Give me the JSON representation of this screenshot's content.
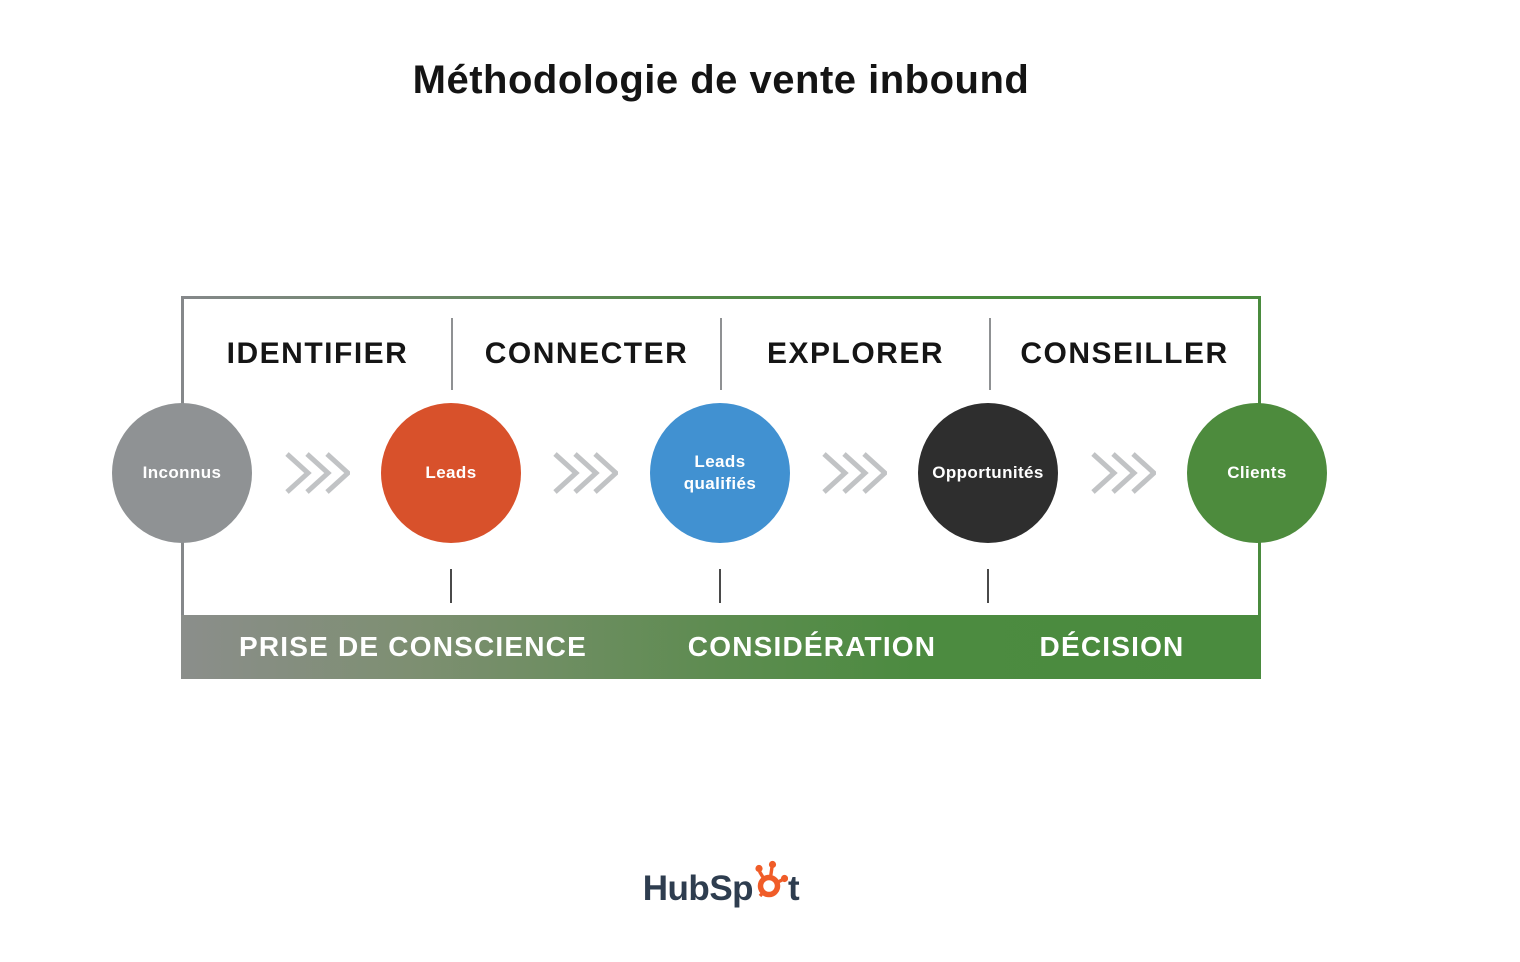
{
  "title": "Méthodologie de vente inbound",
  "stages": [
    {
      "label": "IDENTIFIER"
    },
    {
      "label": "CONNECTER"
    },
    {
      "label": "EXPLORER"
    },
    {
      "label": "CONSEILLER"
    }
  ],
  "funnel": [
    {
      "label": "Inconnus",
      "color": "#8f9294"
    },
    {
      "label": "Leads",
      "color": "#d8512b"
    },
    {
      "label": "Leads qualifiés",
      "color": "#4191d1"
    },
    {
      "label": "Opportunités",
      "color": "#2e2e2e"
    },
    {
      "label": "Clients",
      "color": "#4d8b3d"
    }
  ],
  "phases": [
    {
      "label": "PRISE DE CONSCIENCE"
    },
    {
      "label": "CONSIDÉRATION"
    },
    {
      "label": "DÉCISION"
    }
  ],
  "brand": {
    "logo_prefix": "HubSp",
    "logo_suffix": "t",
    "logo_color": "#2e3d4f",
    "logo_accent": "#f05c28"
  },
  "palette": {
    "border_gray": "#85888a",
    "border_green": "#4a8b3e",
    "bar_gradient_start": "#8b8e8b",
    "bar_gradient_end": "#4a8b3e",
    "chevron_gray": "#c1c3c5",
    "divider_gray": "#8f9193",
    "tick_gray": "#4a4a4a",
    "title_color": "#141414"
  }
}
